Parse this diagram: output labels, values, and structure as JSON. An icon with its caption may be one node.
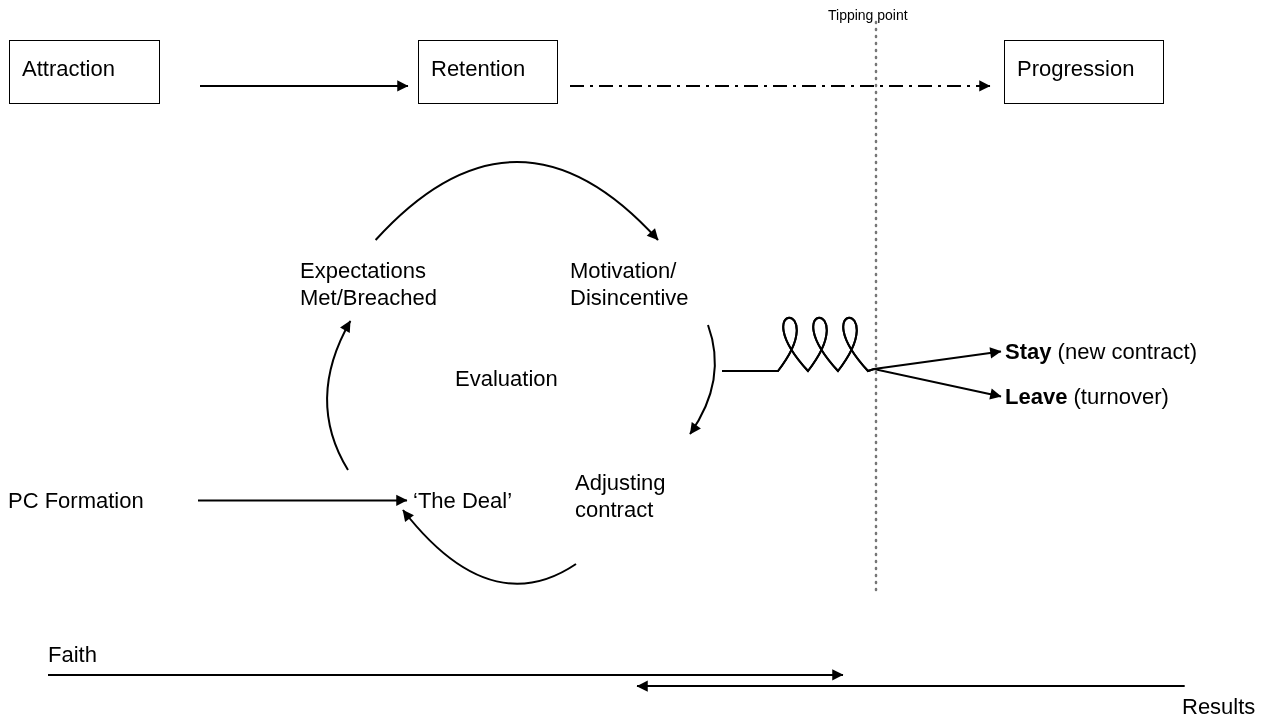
{
  "diagram": {
    "nodes": [
      {
        "text": [
          "Attraction"
        ]
      },
      {
        "text": [
          "Retention"
        ]
      },
      {
        "text": [
          "Progression"
        ]
      },
      {
        "text": [
          "Expectations Met/Breached"
        ]
      },
      {
        "text": [
          "Motivation/ Disincentive"
        ]
      },
      {
        "text": [
          "Adjusting contract"
        ]
      },
      {
        "text": [
          "‘The Deal’"
        ]
      },
      {
        "text": [
          "PC Formation"
        ]
      },
      {
        "text": [
          "**Stay** (new contract)"
        ]
      },
      {
        "text": [
          "**Leave** (turnover)"
        ]
      },
      {
        "text": [
          "Faith"
        ]
      },
      {
        "text": [
          "Results"
        ]
      }
    ],
    "edges": [
      {
        "from": 0,
        "to": 1,
        "arrow": "to"
      },
      {
        "from": 1,
        "to": 2,
        "arrow": "to",
        "style": "dashed"
      },
      {
        "from": 3,
        "to": 4,
        "arrow": "to"
      },
      {
        "from": 4,
        "to": 5,
        "arrow": "to"
      },
      {
        "from": 5,
        "to": 6,
        "arrow": "to"
      },
      {
        "from": 6,
        "to": 3,
        "arrow": "to"
      },
      {
        "from": 7,
        "to": 6,
        "arrow": "to"
      },
      {
        "from": null,
        "to": 8,
        "arrow": "to"
      },
      {
        "from": null,
        "to": 9,
        "arrow": "to"
      },
      {
        "from": 10,
        "to": null,
        "arrow": "to"
      },
      {
        "from": 11,
        "to": null,
        "arrow": "to"
      }
    ],
    "labels": [
      "Tipping point",
      "Evaluation"
    ]
  }
}
